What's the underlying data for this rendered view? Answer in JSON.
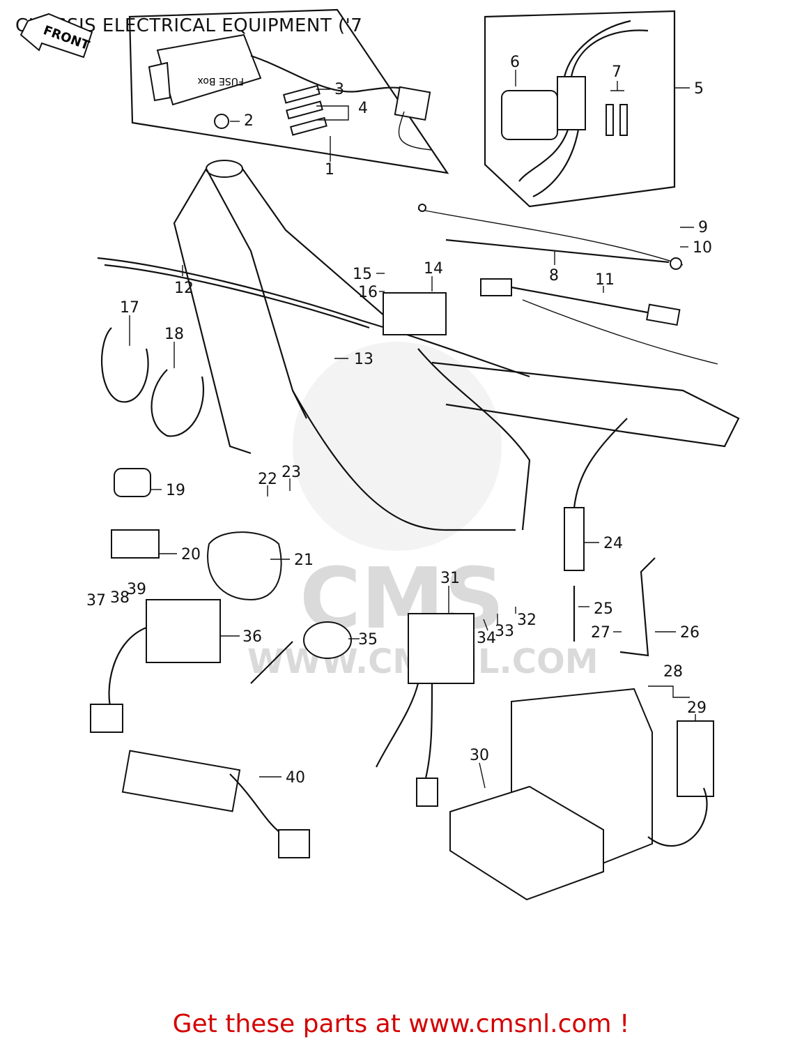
{
  "title": "CHASSIS ELECTRICAL EQUIPMENT ('7",
  "front_arrow": "FRONT",
  "fuse_box_text": "FUSE Box",
  "watermark": {
    "brand": "CMS",
    "url": "WWW.CMSNL.COM"
  },
  "footer": "Get these parts at www.cmsnl.com !",
  "callouts": [
    "1",
    "2",
    "3",
    "4",
    "5",
    "6",
    "7",
    "8",
    "9",
    "10",
    "11",
    "12",
    "13",
    "14",
    "15",
    "16",
    "17",
    "18",
    "19",
    "20",
    "21",
    "22",
    "23",
    "24",
    "25",
    "26",
    "27",
    "28",
    "29",
    "30",
    "31",
    "32",
    "33",
    "34",
    "35",
    "36",
    "37",
    "38",
    "39",
    "40"
  ],
  "colors": {
    "footer": "#d40000",
    "line": "#111111",
    "watermark": "#d9d9d9"
  }
}
